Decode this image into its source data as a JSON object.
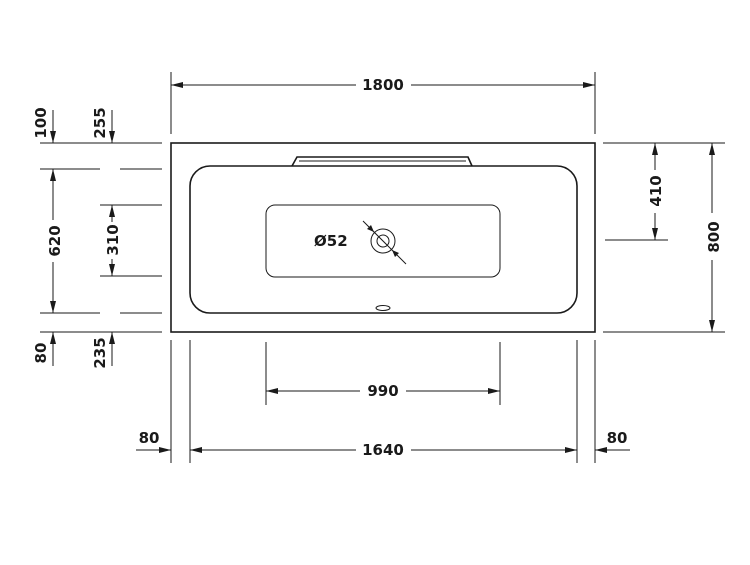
{
  "dimensions": {
    "total_length": "1800",
    "total_width": "800",
    "inner_length": "1640",
    "drain_zone_length": "990",
    "left_offset": "80",
    "right_offset": "80",
    "top_offset_outer": "100",
    "top_offset_inner": "255",
    "bottom_offset_outer": "80",
    "bottom_offset_inner": "235",
    "inner_width": "620",
    "drain_zone_width": "310",
    "drain_position": "410",
    "drain_diameter": "Ø52"
  },
  "colors": {
    "line": "#1a1a1a",
    "background": "#ffffff"
  }
}
